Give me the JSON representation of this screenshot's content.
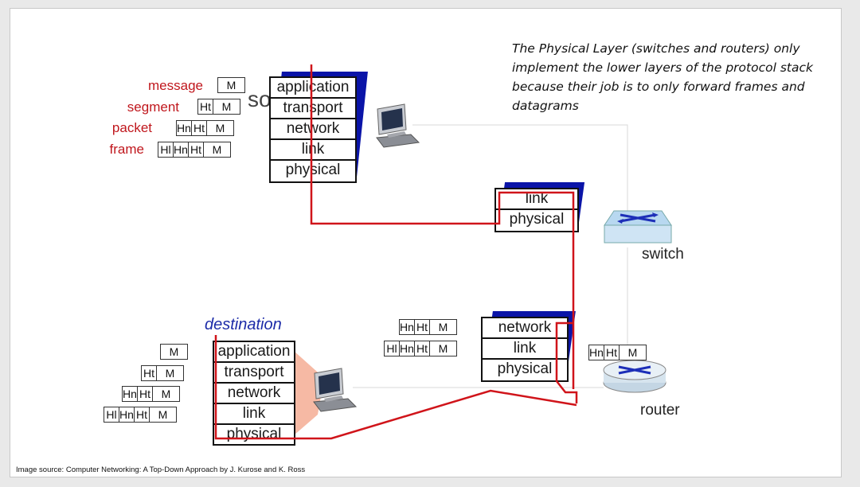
{
  "note": "The Physical Layer (switches and routers) only implement the lower layers of the protocol stack because their job is to only forward frames and datagrams",
  "source_labels": {
    "message": "message",
    "segment": "segment",
    "packet": "packet",
    "frame": "frame"
  },
  "ghost_text": "so",
  "headers": {
    "m": "M",
    "ht": "Ht",
    "hn": "Hn",
    "hl": "Hl"
  },
  "source_stack": [
    "application",
    "transport",
    "network",
    "link",
    "physical"
  ],
  "switch_stack": [
    "link",
    "physical"
  ],
  "router_stack": [
    "network",
    "link",
    "physical"
  ],
  "dest_stack": [
    "application",
    "transport",
    "network",
    "link",
    "physical"
  ],
  "labels": {
    "switch": "switch",
    "router": "router",
    "destination": "destination"
  },
  "source_credit": "Image source: Computer Networking: A Top-Down Approach by J. Kurose and K. Ross",
  "colors": {
    "path": "#d0141a",
    "label_red": "#c0171d",
    "stack_shadow": "#0a14a8",
    "destination": "#1c2ba8"
  }
}
